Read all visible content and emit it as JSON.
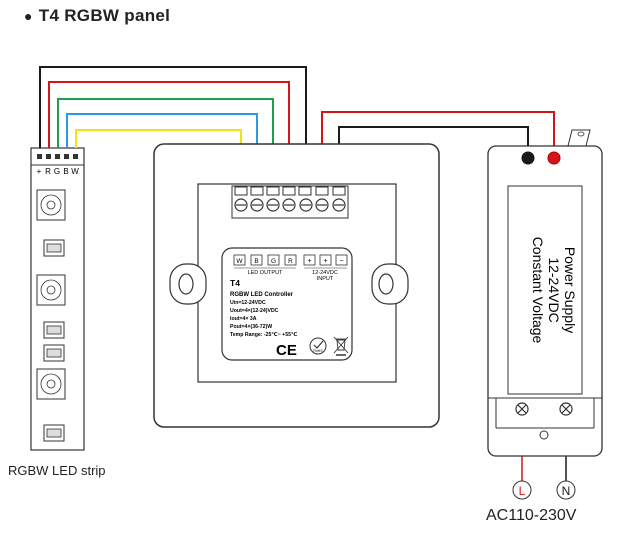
{
  "title": "T4  RGBW panel",
  "strip": {
    "label": "RGBW LED strip",
    "pins": [
      "+",
      "R",
      "G",
      "B",
      "W"
    ]
  },
  "panel": {
    "model": "T4",
    "name": "RGBW LED Controller",
    "specs": [
      "Uin=12-24VDC",
      "Uout=4×(12-24)VDC",
      "Iout=4× 3A",
      "Pout=4×(36-72)W",
      "Temp Range: -25℃~ +55℃"
    ],
    "pins": [
      "W",
      "B",
      "G",
      "R",
      "+",
      "+",
      "−"
    ],
    "led_output_label": "LED OUTPUT",
    "input_label": "12-24VDC",
    "input_label2": "INPUT",
    "ce_mark": "CE",
    "rohs_mark": "RoHS"
  },
  "psu": {
    "line1": "Power Supply",
    "line2": "12-24VDC",
    "line3": "Constant Voltage"
  },
  "ac": {
    "label": "AC110-230V",
    "L": "L",
    "N": "N"
  },
  "colors": {
    "black_wire": "#1a1a1a",
    "red_wire": "#d7141a",
    "green_wire": "#1ca04a",
    "blue_wire": "#2a9be0",
    "yellow_wire": "#f1e214"
  }
}
